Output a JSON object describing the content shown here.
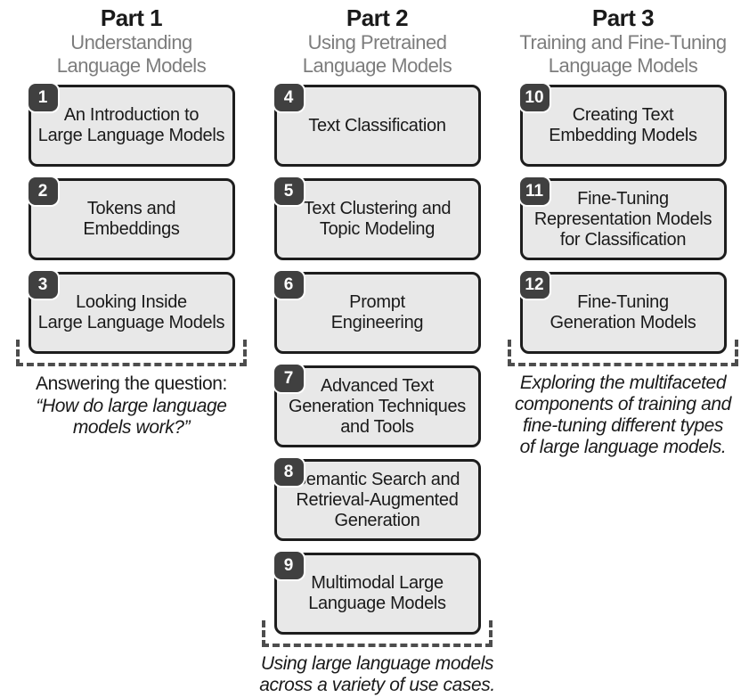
{
  "colors": {
    "background": "#ffffff",
    "box-bg": "#e8e8e8",
    "box-border": "#1d1d1d",
    "badge-bg": "#404040",
    "badge-text": "#ffffff",
    "subtitle-text": "#7d7d7d",
    "bracket": "#4d4d4d",
    "text": "#1a1a1a"
  },
  "parts": [
    {
      "label": "Part 1",
      "subtitle": "Understanding\nLanguage Models",
      "chapters": [
        {
          "number": "1",
          "title": "An Introduction to\nLarge Language Models"
        },
        {
          "number": "2",
          "title": "Tokens and\nEmbeddings"
        },
        {
          "number": "3",
          "title": "Looking Inside\nLarge Language Models"
        }
      ],
      "caption_lead": "Answering the question:",
      "caption": "“How do large language\nmodels work?”"
    },
    {
      "label": "Part 2",
      "subtitle": "Using Pretrained\nLanguage Models",
      "chapters": [
        {
          "number": "4",
          "title": "Text Classification"
        },
        {
          "number": "5",
          "title": "Text Clustering and\nTopic Modeling"
        },
        {
          "number": "6",
          "title": "Prompt\nEngineering"
        },
        {
          "number": "7",
          "title": "Advanced Text\nGeneration Techniques\nand Tools"
        },
        {
          "number": "8",
          "title": "Semantic Search and\nRetrieval-Augmented\nGeneration"
        },
        {
          "number": "9",
          "title": "Multimodal Large\nLanguage Models"
        }
      ],
      "caption_lead": "",
      "caption": "Using large language models\nacross a variety of use cases."
    },
    {
      "label": "Part 3",
      "subtitle": "Training and Fine-Tuning\nLanguage Models",
      "chapters": [
        {
          "number": "10",
          "title": "Creating Text\nEmbedding Models"
        },
        {
          "number": "11",
          "title": "Fine-Tuning\nRepresentation Models\nfor Classification"
        },
        {
          "number": "12",
          "title": "Fine-Tuning\nGeneration Models"
        }
      ],
      "caption_lead": "",
      "caption": "Exploring the multifaceted\ncomponents of training and\nfine-tuning different types\nof large language models."
    }
  ]
}
